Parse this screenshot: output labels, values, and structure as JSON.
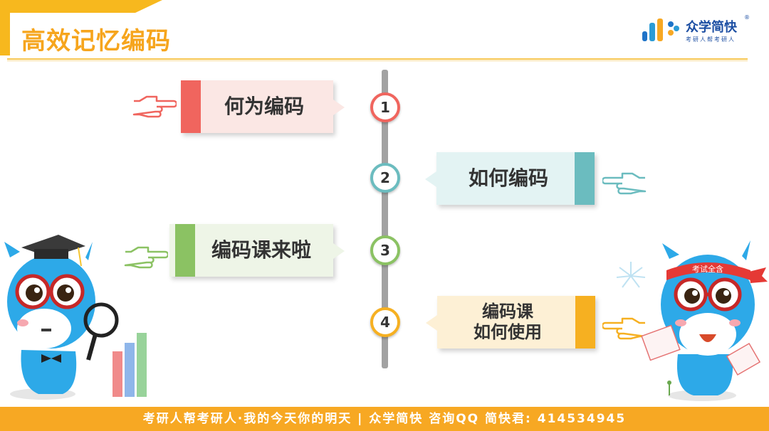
{
  "header": {
    "title": "高效记忆编码"
  },
  "logo": {
    "name": "众学简快",
    "reg_mark": "®",
    "slogan": "考研人帮考研人"
  },
  "colors": {
    "accent": "#f7b81e",
    "step1": "#f0655e",
    "step2": "#6bbcbf",
    "step3": "#8bc263",
    "step4": "#f6b021"
  },
  "steps": [
    {
      "number": "1",
      "label": "何为编码",
      "side": "left"
    },
    {
      "number": "2",
      "label": "如何编码",
      "side": "right"
    },
    {
      "number": "3",
      "label": "编码课来啦",
      "side": "left"
    },
    {
      "number": "4",
      "label_line1": "编码课",
      "label_line2": "如何使用",
      "side": "right"
    }
  ],
  "mascot_right": {
    "headband_text": "考试全含"
  },
  "footer": {
    "text": "考研人帮考研人·我的今天你的明天  |  众学简快 咨询QQ 简快君: 414534945"
  }
}
